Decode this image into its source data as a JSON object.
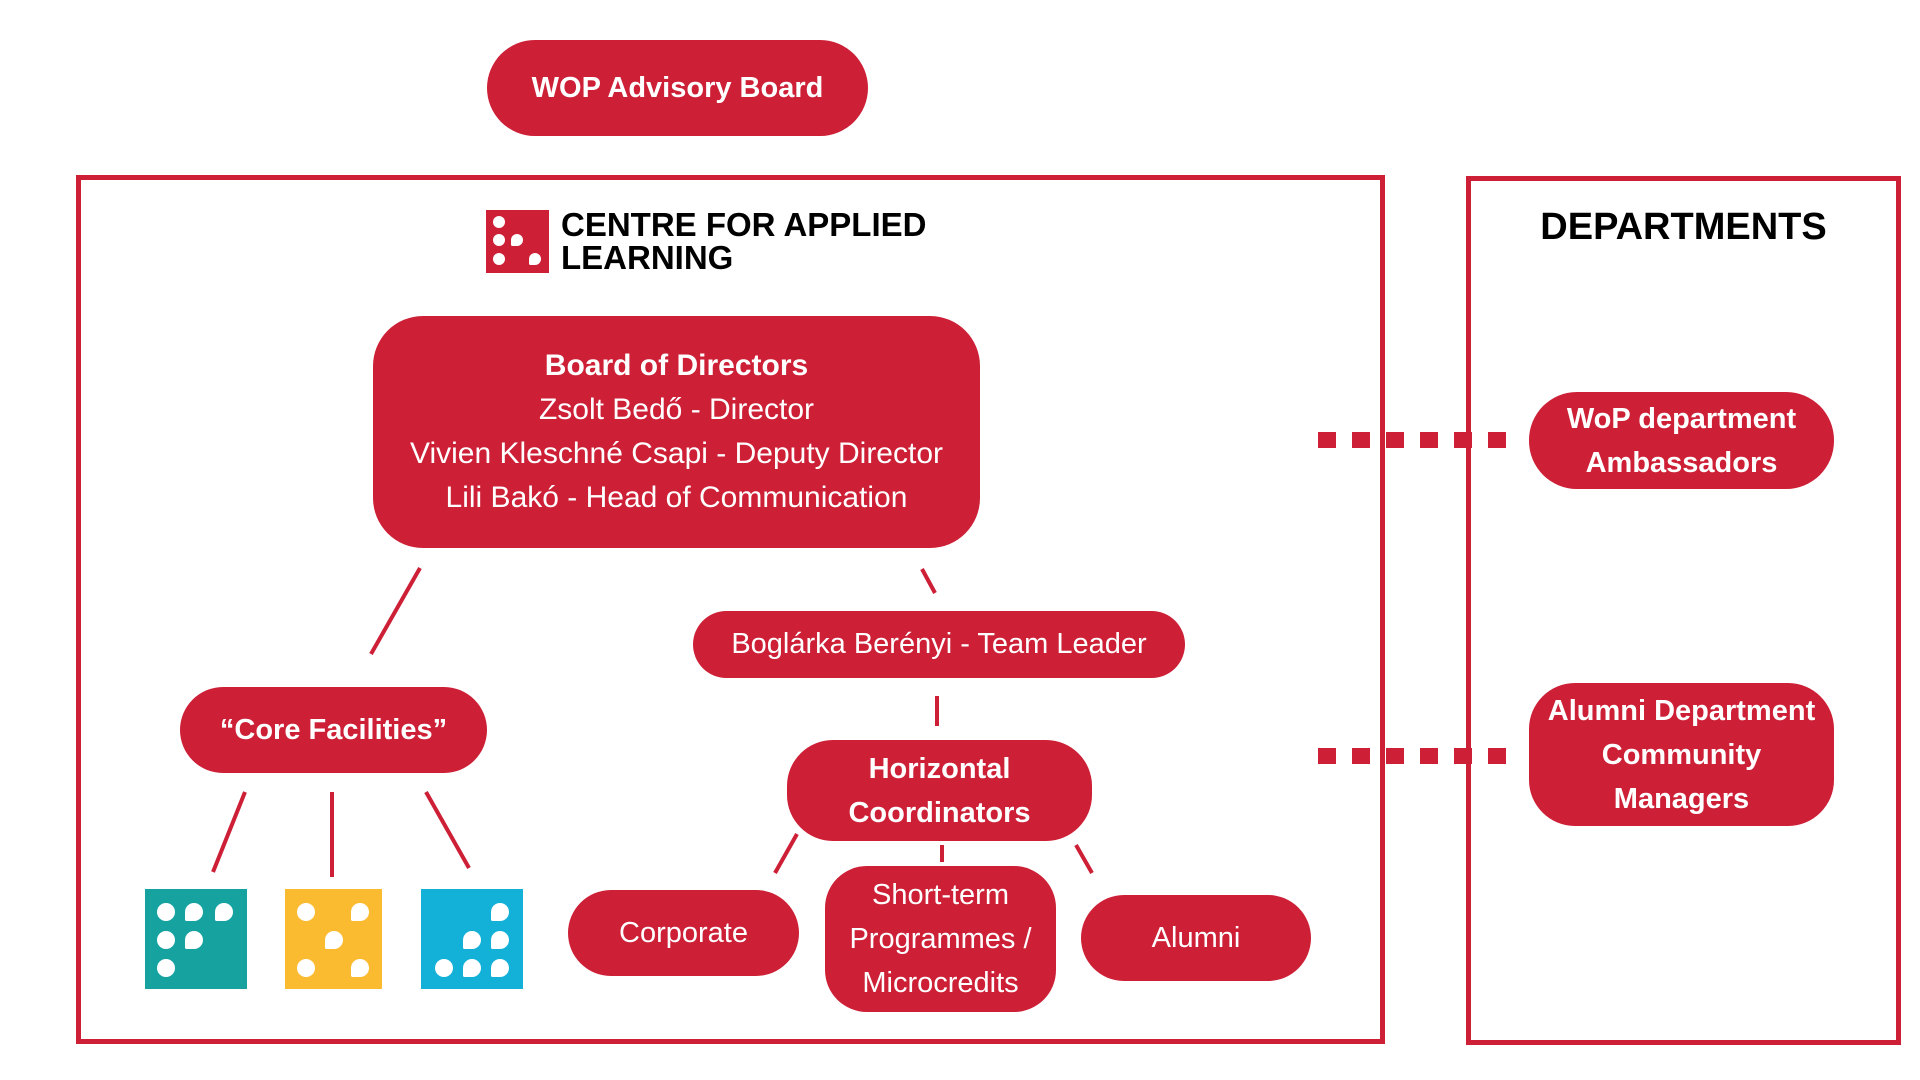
{
  "advisory_board": "WOP Advisory Board",
  "centre": {
    "line1": "CENTRE FOR APPLIED",
    "line2": "LEARNING"
  },
  "board": {
    "title": "Board of Directors",
    "members": [
      "Zsolt Bedő - Director",
      "Vivien Kleschné Csapi - Deputy Director",
      "Lili Bakó - Head of Communication"
    ]
  },
  "team_leader": "Boglárka Berényi - Team Leader",
  "core_facilities": "“Core Facilities”",
  "horizontal": {
    "line1": "Horizontal",
    "line2": "Coordinators"
  },
  "programmes": {
    "corporate": "Corporate",
    "short_term": [
      "Short-term",
      "Programmes /",
      "Microcredits"
    ],
    "alumni": "Alumni"
  },
  "departments": {
    "heading": "DEPARTMENTS",
    "wop": [
      "WoP department",
      "Ambassadors"
    ],
    "alumni": [
      "Alumni Department",
      "Community",
      "Managers"
    ]
  },
  "colors": {
    "brand_red": "#cd1f36",
    "tile_teal": "#16a3a0",
    "tile_yellow": "#fbbb31",
    "tile_blue": "#13b0d8"
  }
}
